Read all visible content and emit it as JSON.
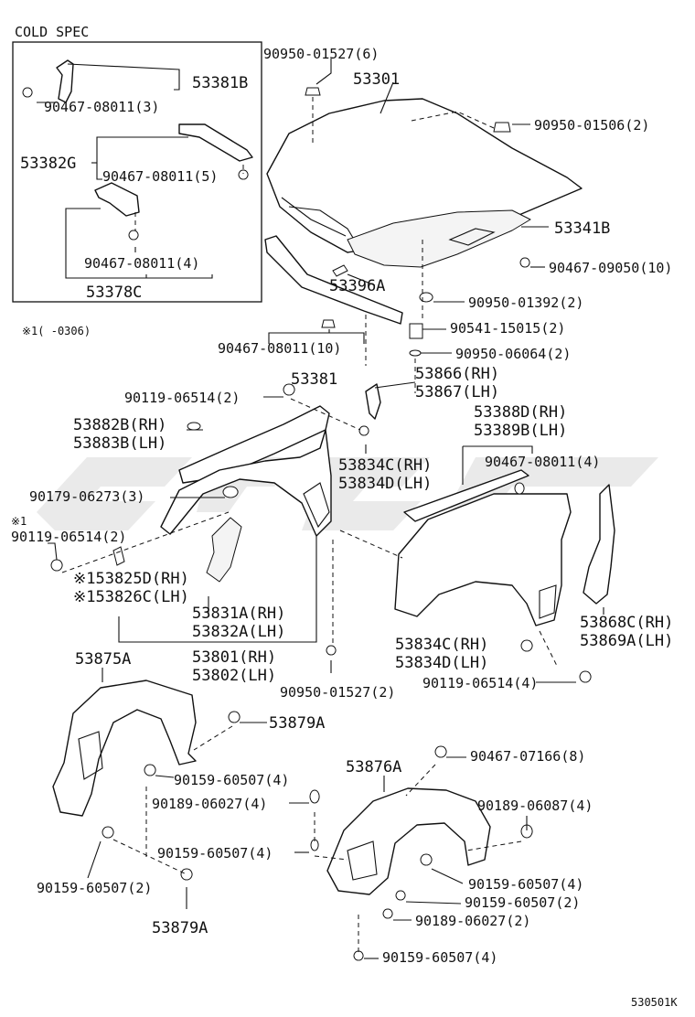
{
  "cold_spec": {
    "title": "COLD SPEC",
    "labels": [
      "53381B",
      "90467-08011(3)",
      "53382G",
      "90467-08011(5)",
      "90467-08011(4)",
      "53378C"
    ]
  },
  "note": "※1(     -0306)",
  "hood_labels": [
    "90950-01527(6)",
    "53301",
    "90950-01506(2)",
    "53341B",
    "90467-09050(10)",
    "53396A",
    "90950-01392(2)",
    "90541-15015(2)",
    "90950-06064(2)",
    "90467-08011(10)",
    "53381"
  ],
  "fender_labels": {
    "a": "90119-06514(2)",
    "b": "53866(RH)",
    "c": "53867(LH)",
    "d": "53882B(RH)",
    "e": "53883B(LH)",
    "f": "53388D(RH)",
    "g": "53389B(LH)",
    "h": "53834C(RH)",
    "i": "53834D(LH)",
    "j": "90467-08011(4)",
    "k": "90179-06273(3)",
    "l": "※1",
    "m": "90119-06514(2)",
    "n": "※153825D(RH)",
    "o": "※153826C(LH)",
    "p": "53831A(RH)",
    "q": "53832A(LH)",
    "r": "53868C(RH)",
    "s": "53869A(LH)",
    "t": "53801(RH)",
    "u": "53802(LH)",
    "v": "53834C(RH)",
    "w": "53834D(LH)",
    "x": "90950-01527(2)",
    "y": "90119-06514(4)"
  },
  "liner_labels": {
    "a": "53875A",
    "b": "53879A",
    "c": "90159-60507(4)",
    "d": "90189-06027(4)",
    "e": "90159-60507(4)",
    "f": "90159-60507(2)",
    "g": "53879A",
    "h": "53876A",
    "i": "90467-07166(8)",
    "j": "90189-06087(4)",
    "k": "90159-60507(4)",
    "l": "90159-60507(2)",
    "m": "90189-06027(2)",
    "n": "90159-60507(4)"
  },
  "diagram_code": "530501K"
}
